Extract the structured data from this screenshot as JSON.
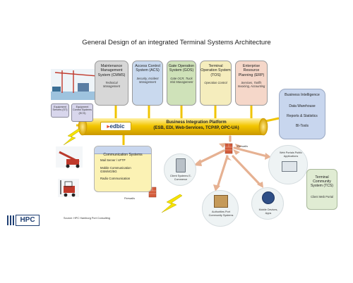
{
  "title": "General Design of an integrated Terminal Systems Architecture",
  "systems": [
    {
      "id": "cmms",
      "name": "Maintenance Management System (CMMS)",
      "desc": "Technical Management",
      "color": "#d7d7d7"
    },
    {
      "id": "acs",
      "name": "Access Control System (ACS)",
      "desc": "Security, Incident Management",
      "color": "#c9d9ee"
    },
    {
      "id": "gos",
      "name": "Gate Operation System (GOS)",
      "desc": "Gate OCR, Truck Visit Management",
      "color": "#cfe2b9"
    },
    {
      "id": "tos",
      "name": "Terminal Operation System (TOS)",
      "desc": "Operation Control",
      "color": "#f5edbd"
    },
    {
      "id": "erp",
      "name": "Enterprise Resource Planning (ERP)",
      "desc": "Services, Tariffs Invoicing, Accounting",
      "color": "#f5d7c9"
    }
  ],
  "equipment_boxes": [
    {
      "id": "st",
      "text": "Equipment Servers (ST)"
    },
    {
      "id": "ecs",
      "text": "Equipment Control Systems (ECS)"
    }
  ],
  "business_intelligence": {
    "title": "Business Intelligence",
    "items": [
      "Data Warehouse",
      "Reports & Statistics",
      "BI-Tools"
    ]
  },
  "esb": {
    "logo": "edbic",
    "label_line1": "Business Integration Platform",
    "label_line2": "(ESB, EDI, Web-Services, TCP/IP, OPC-UA)"
  },
  "communication": {
    "title": "Communication Systems",
    "items": [
      "Mail Server / sFTP",
      "Mobile Communication GSM/4G/5G",
      "Radio Communication"
    ]
  },
  "labels": {
    "firewalls_top": "Firewalls",
    "firewalls_bottom": "Firewalls",
    "source": "Source: HPC Hamburg Port Consulting",
    "logo": "HPC"
  },
  "clients": {
    "client_systems": "Client Systems E-Commerce",
    "authorities": "Authorities Port Community Systems",
    "mobile": "Mobile Devices, Apps",
    "web_portals": "Web Portals Public Applications"
  },
  "tcs": {
    "name": "Terminal Community System (TCS)",
    "desc": "Client Web Portal"
  },
  "colors": {
    "pipe": "#f3c600",
    "bi_box": "#c8d6ee",
    "comm_box": "#fbf2b4",
    "arrow": "#e6b192",
    "lightning": "#f5e200",
    "tcs_box": "#e0ecd3"
  }
}
